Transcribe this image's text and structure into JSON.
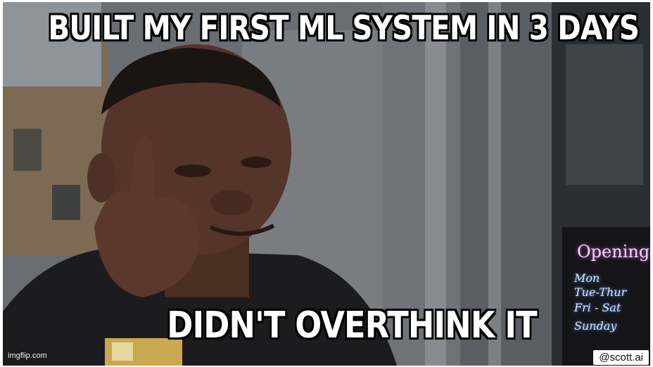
{
  "meme": {
    "top_caption": "BUILT MY FIRST ML SYSTEM IN 3 DAYS",
    "bottom_caption": "DIDN'T OVERTHINK IT",
    "watermark": "imgflip.com",
    "handle": "@scott.ai"
  },
  "sign": {
    "title": "Opening",
    "lines": [
      "Mon",
      "Tue-Thur",
      "Fri - Sat",
      "Sunday"
    ]
  },
  "colors": {
    "caption_fill": "#ffffff",
    "caption_outline": "#000000",
    "sign_glow": "#b65bd0"
  }
}
